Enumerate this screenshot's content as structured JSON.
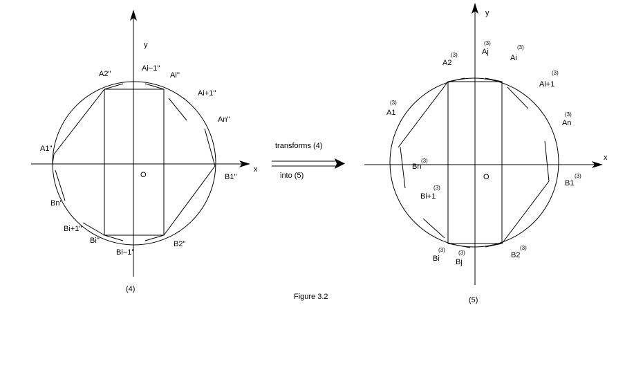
{
  "left": {
    "x_axis": "x",
    "y_axis": "y",
    "origin": "O",
    "caption": "(4)",
    "points": {
      "A2": "A2''",
      "Ai_minus_1": "Ai−1''",
      "Ai": "Ai''",
      "Ai_plus_1": "Ai+1''",
      "An": "An''",
      "A1": "A1''",
      "B1": "B1''",
      "Bn": "Bn''",
      "Bi_plus_1": "Bi+1''",
      "Bi": "Bi''",
      "Bi_minus_1": "Bi−1''",
      "B2": "B2''"
    }
  },
  "middle": {
    "transforms_label": "transforms (4)",
    "into_label": "into (5)",
    "figure_caption": "Figure 3.2"
  },
  "right": {
    "x_axis": "x",
    "y_axis": "y",
    "origin": "O",
    "caption": "(5)",
    "superscript": "(3)",
    "points": {
      "A2": "A2",
      "Aj": "Aj",
      "Ai": "Ai",
      "Ai_plus_1": "Ai+1",
      "A1": "A1",
      "An": "An",
      "Bn": "Bn",
      "B1": "B1",
      "Bi_plus_1": "Bi+1",
      "Bi": "Bi",
      "Bj": "Bj",
      "B2": "B2"
    }
  }
}
